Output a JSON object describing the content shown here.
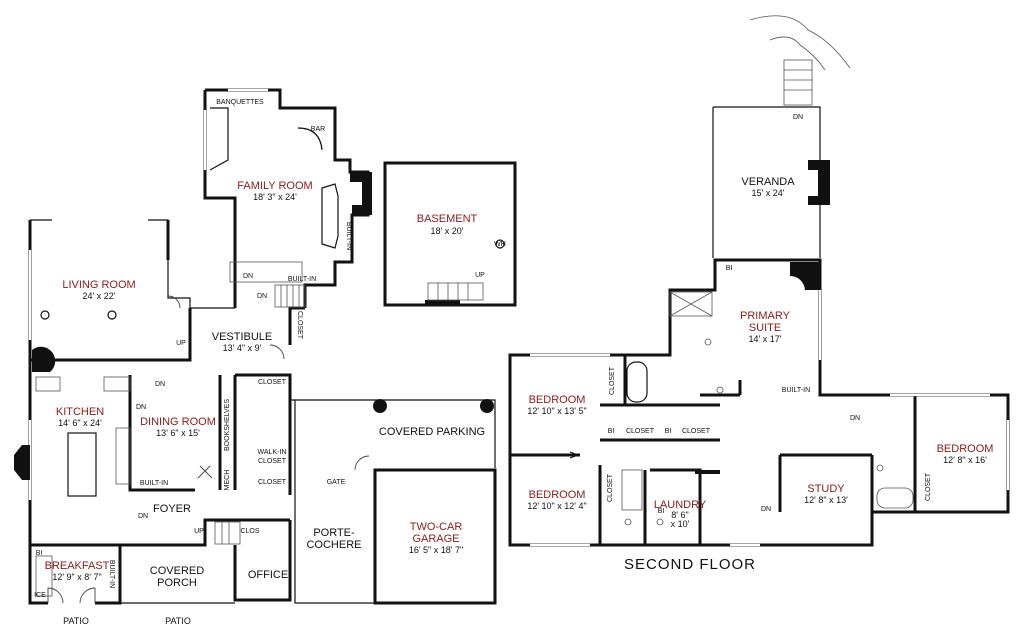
{
  "rooms": {
    "family_room": {
      "name": "FAMILY ROOM",
      "dims": "18' 3\" x 24'"
    },
    "basement": {
      "name": "BASEMENT",
      "dims": "18' x 20'"
    },
    "veranda": {
      "name": "VERANDA",
      "dims": "15' x 24'"
    },
    "living_room": {
      "name": "LIVING ROOM",
      "dims": "24' x 22'"
    },
    "vestibule": {
      "name": "VESTIBULE",
      "dims": "13' 4\" x 9'"
    },
    "primary_suite": {
      "name": "PRIMARY SUITE",
      "line1": "PRIMARY",
      "line2": "SUITE",
      "dims": "14' x 17'"
    },
    "kitchen": {
      "name": "KITCHEN",
      "dims": "14' 6\" x 24'"
    },
    "dining_room": {
      "name": "DINING ROOM",
      "dims": "13' 6\" x 15'"
    },
    "covered_parking": {
      "name": "COVERED PARKING"
    },
    "bedroom_1": {
      "name": "BEDROOM",
      "dims": "12' 10\" x 13' 5\""
    },
    "bedroom_2": {
      "name": "BEDROOM",
      "dims": "12' 10\" x 12' 4\""
    },
    "bedroom_3": {
      "name": "BEDROOM",
      "dims": "12' 8\" x 16'"
    },
    "laundry": {
      "name": "LAUNDRY",
      "dims1": "8' 6\"",
      "dims2": "x 10'"
    },
    "study": {
      "name": "STUDY",
      "dims": "12' 8\" x 13'"
    },
    "two_car_garage": {
      "name": "TWO-CAR GARAGE",
      "line1": "TWO-CAR",
      "line2": "GARAGE",
      "dims": "16' 5\" x 18' 7\""
    },
    "porte_cochere": {
      "name": "PORTE-COCHERE",
      "line1": "PORTE-",
      "line2": "COCHERE"
    },
    "foyer": {
      "name": "FOYER"
    },
    "office": {
      "name": "OFFICE"
    },
    "breakfast": {
      "name": "BREAKFAST",
      "dims": "12' 9\" x 8' 7\""
    },
    "covered_porch": {
      "name": "COVERED PORCH",
      "line1": "COVERED",
      "line2": "PORCH"
    }
  },
  "labels": {
    "banquettes": "BANQUETTES",
    "bar": "BAR",
    "built_in": "BUILT-IN",
    "closet": "CLOSET",
    "walk_in_closet_1": "WALK-IN",
    "walk_in_closet_2": "CLOSET",
    "bookshelves": "BOOKSHELVES",
    "mech": "MECH",
    "gate": "GATE",
    "clos": "CLOS",
    "bi": "BI",
    "ice": "ICE",
    "patio": "PATIO",
    "up": "UP",
    "dn": "DN",
    "wh": "WH"
  },
  "floor_label": "SECOND FLOOR",
  "colors": {
    "room_name": "#8b1a1a",
    "wall": "#111111",
    "arrow": "#b01c1c"
  }
}
